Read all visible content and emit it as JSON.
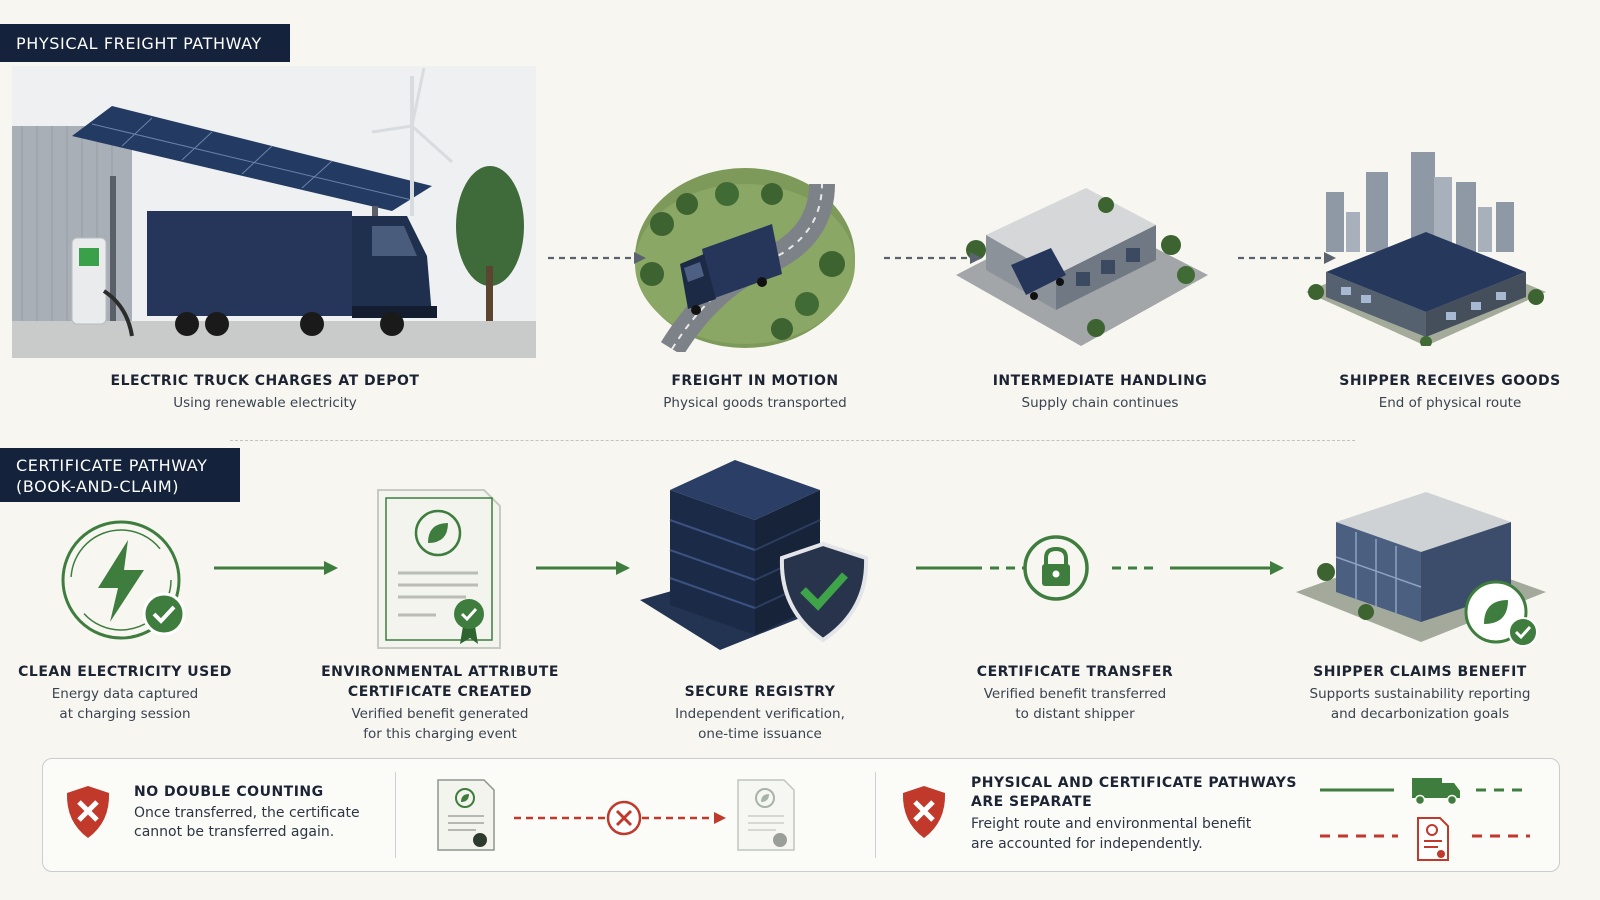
{
  "physical": {
    "badge": "PHYSICAL FREIGHT PATHWAY",
    "stages": [
      {
        "title": "ELECTRIC TRUCK CHARGES AT DEPOT",
        "subtitle": "Using renewable electricity"
      },
      {
        "title": "FREIGHT IN MOTION",
        "subtitle": "Physical goods transported"
      },
      {
        "title": "INTERMEDIATE HANDLING",
        "subtitle": "Supply chain continues"
      },
      {
        "title": "SHIPPER RECEIVES GOODS",
        "subtitle": "End of physical route"
      }
    ]
  },
  "certificate": {
    "badge_line1": "CERTIFICATE PATHWAY",
    "badge_line2": "(BOOK-AND-CLAIM)",
    "stages": [
      {
        "title_line1": "CLEAN ELECTRICITY USED",
        "title_line2": "",
        "sub_line1": "Energy data captured",
        "sub_line2": "at charging session"
      },
      {
        "title_line1": "ENVIRONMENTAL ATTRIBUTE",
        "title_line2": "CERTIFICATE CREATED",
        "sub_line1": "Verified benefit generated",
        "sub_line2": "for this charging event"
      },
      {
        "title_line1": "SECURE REGISTRY",
        "title_line2": "",
        "sub_line1": "Independent verification,",
        "sub_line2": "one-time issuance"
      },
      {
        "title_line1": "CERTIFICATE TRANSFER",
        "title_line2": "",
        "sub_line1": "Verified benefit transferred",
        "sub_line2": "to distant shipper"
      },
      {
        "title_line1": "SHIPPER CLAIMS BENEFIT",
        "title_line2": "",
        "sub_line1": "Supports sustainability reporting",
        "sub_line2": "and decarbonization goals"
      }
    ]
  },
  "notes": {
    "double_counting": {
      "title": "NO DOUBLE COUNTING",
      "text_line1": "Once transferred, the certificate",
      "text_line2": "cannot be transferred again."
    },
    "separate": {
      "title_line1": "PHYSICAL AND CERTIFICATE PATHWAYS",
      "title_line2": "ARE SEPARATE",
      "text_line1": "Freight route and environmental benefit",
      "text_line2": "are accounted for independently."
    }
  },
  "colors": {
    "navy": "#14233b",
    "green": "#3e7d3e",
    "red": "#c0392b",
    "arrow_gray": "#5a6270"
  },
  "icons": [
    "solar-depot-truck-illustration",
    "truck-on-road-illustration",
    "warehouse-illustration",
    "city-shipper-illustration",
    "lightning-check-icon",
    "certificate-icon",
    "server-shield-icon",
    "lock-icon",
    "shipper-leaf-building-icon",
    "shield-x-icon",
    "truck-icon",
    "certificate-small-icon"
  ]
}
